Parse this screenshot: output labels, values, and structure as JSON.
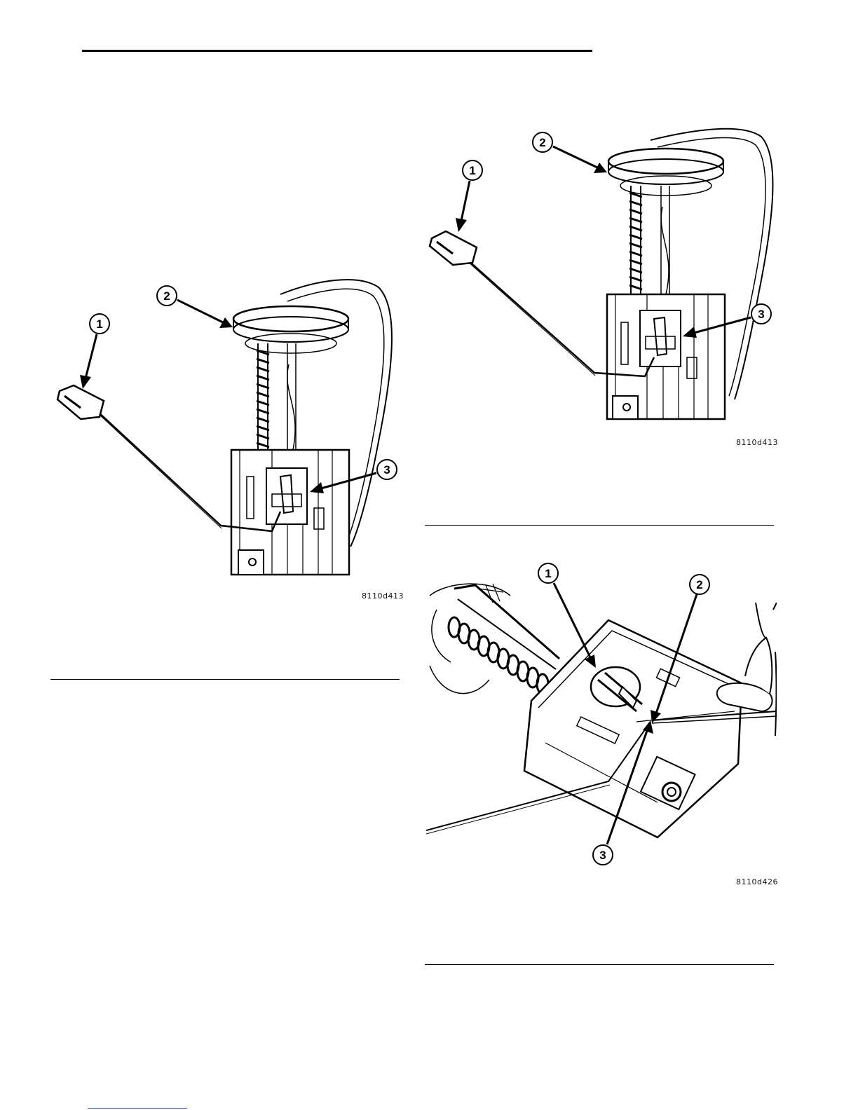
{
  "figures": [
    {
      "code": "8110d413",
      "callouts": [
        "1",
        "2",
        "3"
      ],
      "callout_meanings": []
    },
    {
      "code": "8110d413",
      "callouts": [
        "1",
        "2",
        "3"
      ]
    },
    {
      "code": "8110d426",
      "callouts": [
        "1",
        "2",
        "3"
      ]
    }
  ]
}
